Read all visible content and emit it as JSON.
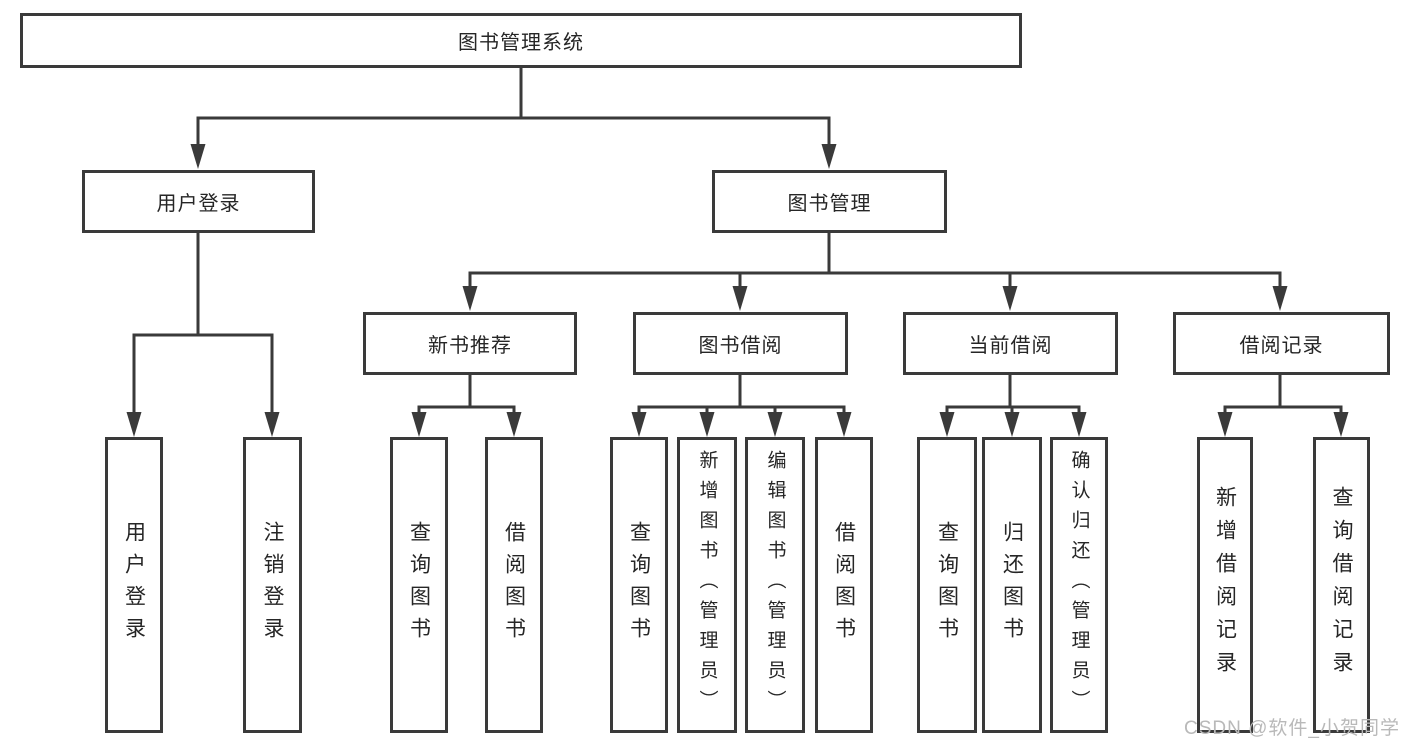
{
  "diagram": {
    "root": "图书管理系统",
    "login_branch": {
      "label": "用户登录",
      "children": [
        "用户登录",
        "注销登录"
      ]
    },
    "mgmt_branch": {
      "label": "图书管理",
      "sections": [
        {
          "label": "新书推荐",
          "children": [
            "查询图书",
            "借阅图书"
          ]
        },
        {
          "label": "图书借阅",
          "children": [
            "查询图书",
            "新增图书（管理员）",
            "编辑图书（管理员）",
            "借阅图书"
          ]
        },
        {
          "label": "当前借阅",
          "children": [
            "查询图书",
            "归还图书",
            "确认归还（管理员）"
          ]
        },
        {
          "label": "借阅记录",
          "children": [
            "新增借阅记录",
            "查询借阅记录"
          ]
        }
      ]
    }
  },
  "colors": {
    "line": "#3a3a3a",
    "text": "#262626",
    "box_fill": "#ffffff",
    "watermark": "#b9b9b9"
  },
  "watermark": "CSDN @软件_小贺同学"
}
